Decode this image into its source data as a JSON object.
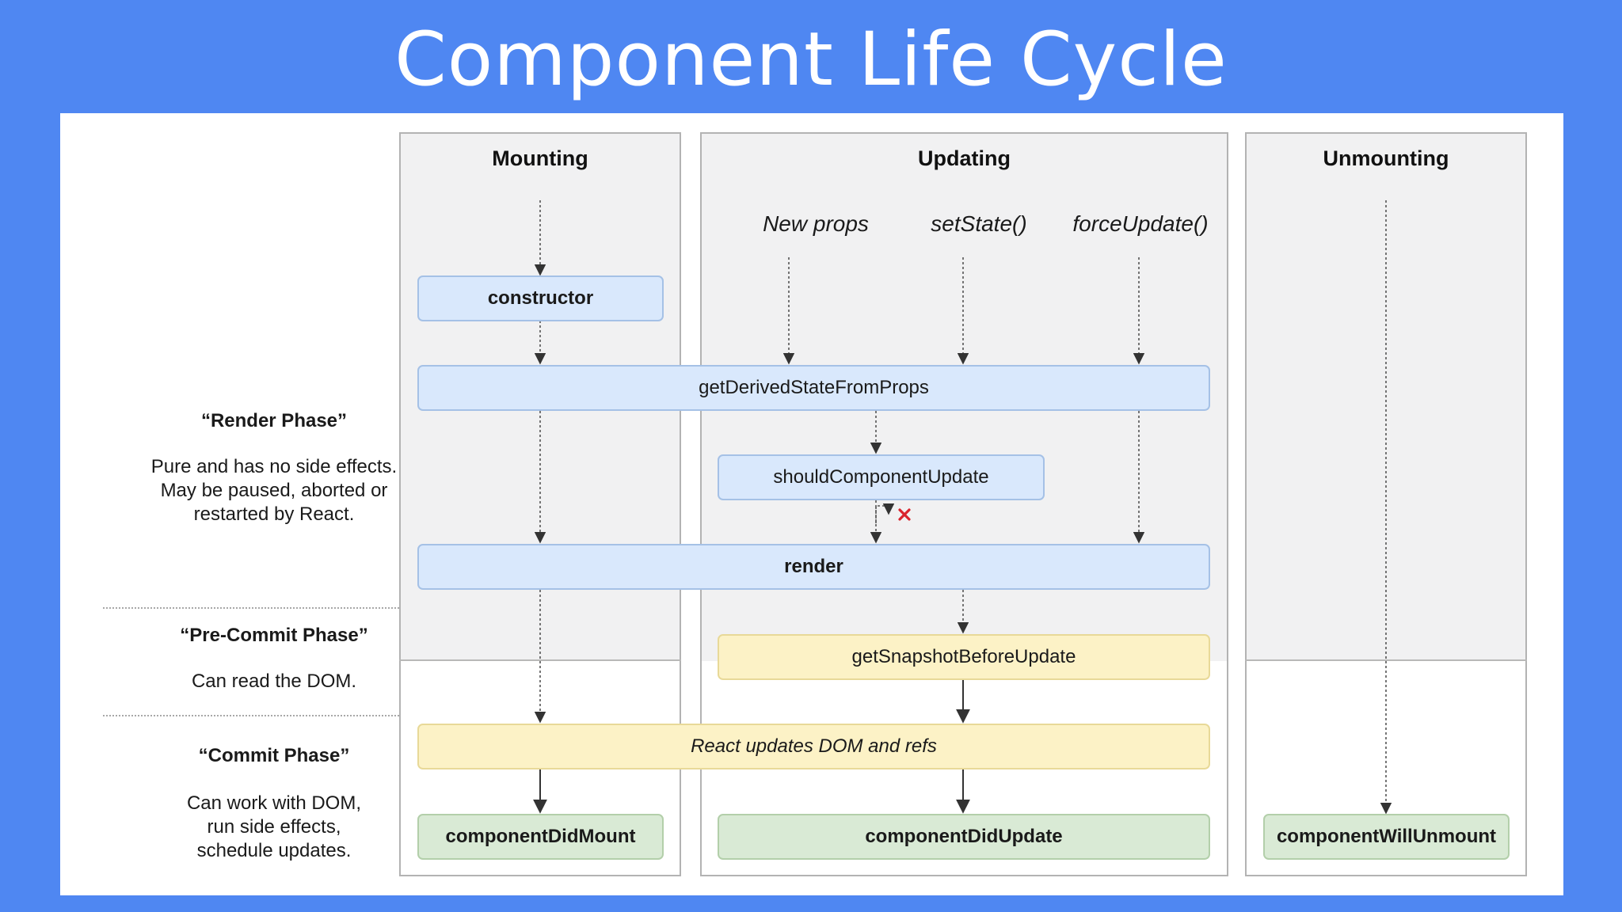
{
  "title": "Component Life Cycle",
  "columns": {
    "mounting": "Mounting",
    "updating": "Updating",
    "unmounting": "Unmounting"
  },
  "triggers": {
    "new_props": "New props",
    "set_state": "setState()",
    "force_update": "forceUpdate()"
  },
  "methods": {
    "constructor": "constructor",
    "get_derived_state_from_props": "getDerivedStateFromProps",
    "should_component_update": "shouldComponentUpdate",
    "render": "render",
    "get_snapshot_before_update": "getSnapshotBeforeUpdate",
    "react_updates_dom": "React updates DOM and refs",
    "component_did_mount": "componentDidMount",
    "component_did_update": "componentDidUpdate",
    "component_will_unmount": "componentWillUnmount"
  },
  "phases": {
    "render": {
      "title": "“Render Phase”",
      "lines": [
        "Pure and has no side effects.",
        "May be paused, aborted or",
        "restarted by React."
      ]
    },
    "pre_commit": {
      "title": "“Pre-Commit Phase”",
      "lines": [
        "Can read the DOM."
      ]
    },
    "commit": {
      "title": "“Commit Phase”",
      "lines": [
        "Can work with DOM,",
        "run side effects,",
        "schedule updates."
      ]
    }
  },
  "colors": {
    "background": "#4f87f2",
    "render_phase_box": "#d9e8fc",
    "pre_commit_box": "#fcf2c6",
    "commit_box": "#d9ead5",
    "cancel_mark": "#d9232d"
  }
}
